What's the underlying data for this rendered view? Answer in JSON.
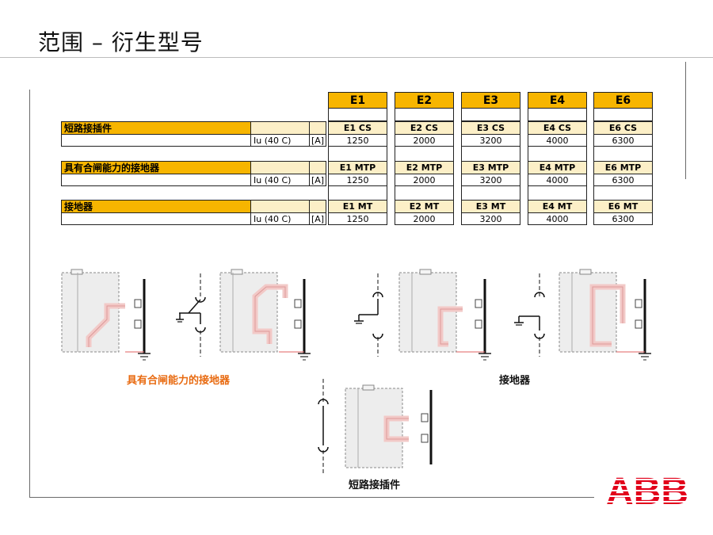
{
  "page": {
    "title": "范围 – 衍生型号"
  },
  "colors": {
    "accent": "#f7b500",
    "light": "#fcefc7",
    "caption_orange": "#e86a10",
    "logo_red": "#e2001a",
    "contact_pink": "#f2c9c7"
  },
  "table": {
    "headers": [
      "E1",
      "E2",
      "E3",
      "E4",
      "E6"
    ],
    "groups": [
      {
        "category": "短路接插件",
        "param": "Iu (40 C)",
        "unit": "[A]",
        "models": [
          "E1 CS",
          "E2 CS",
          "E3 CS",
          "E4 CS",
          "E6 CS"
        ],
        "values": [
          "1250",
          "2000",
          "3200",
          "4000",
          "6300"
        ]
      },
      {
        "category": "具有合闸能力的接地器",
        "param": "Iu (40 C)",
        "unit": "[A]",
        "models": [
          "E1 MTP",
          "E2 MTP",
          "E3 MTP",
          "E4 MTP",
          "E6 MTP"
        ],
        "values": [
          "1250",
          "2000",
          "3200",
          "4000",
          "6300"
        ]
      },
      {
        "category": "接地器",
        "param": "Iu (40 C)",
        "unit": "[A]",
        "models": [
          "E1 MT",
          "E2 MT",
          "E3 MT",
          "E4 MT",
          "E6 MT"
        ],
        "values": [
          "1250",
          "2000",
          "3200",
          "4000",
          "6300"
        ]
      }
    ]
  },
  "captions": {
    "earthing_with_making": "具有合闸能力的接地器",
    "earthing": "接地器",
    "short_circuit": "短路接插件"
  },
  "logo": {
    "text": "ABB",
    "icon": "abb-logo-icon"
  },
  "chart_data": {
    "type": "table",
    "columns": [
      "E1",
      "E2",
      "E3",
      "E4",
      "E6"
    ],
    "rows": [
      {
        "label": "短路接插件",
        "models": [
          "E1 CS",
          "E2 CS",
          "E3 CS",
          "E4 CS",
          "E6 CS"
        ],
        "Iu (40 C) [A]": [
          1250,
          2000,
          3200,
          4000,
          6300
        ]
      },
      {
        "label": "具有合闸能力的接地器",
        "models": [
          "E1 MTP",
          "E2 MTP",
          "E3 MTP",
          "E4 MTP",
          "E6 MTP"
        ],
        "Iu (40 C) [A]": [
          1250,
          2000,
          3200,
          4000,
          6300
        ]
      },
      {
        "label": "接地器",
        "models": [
          "E1 MT",
          "E2 MT",
          "E3 MT",
          "E4 MT",
          "E6 MT"
        ],
        "Iu (40 C) [A]": [
          1250,
          2000,
          3200,
          4000,
          6300
        ]
      }
    ]
  }
}
